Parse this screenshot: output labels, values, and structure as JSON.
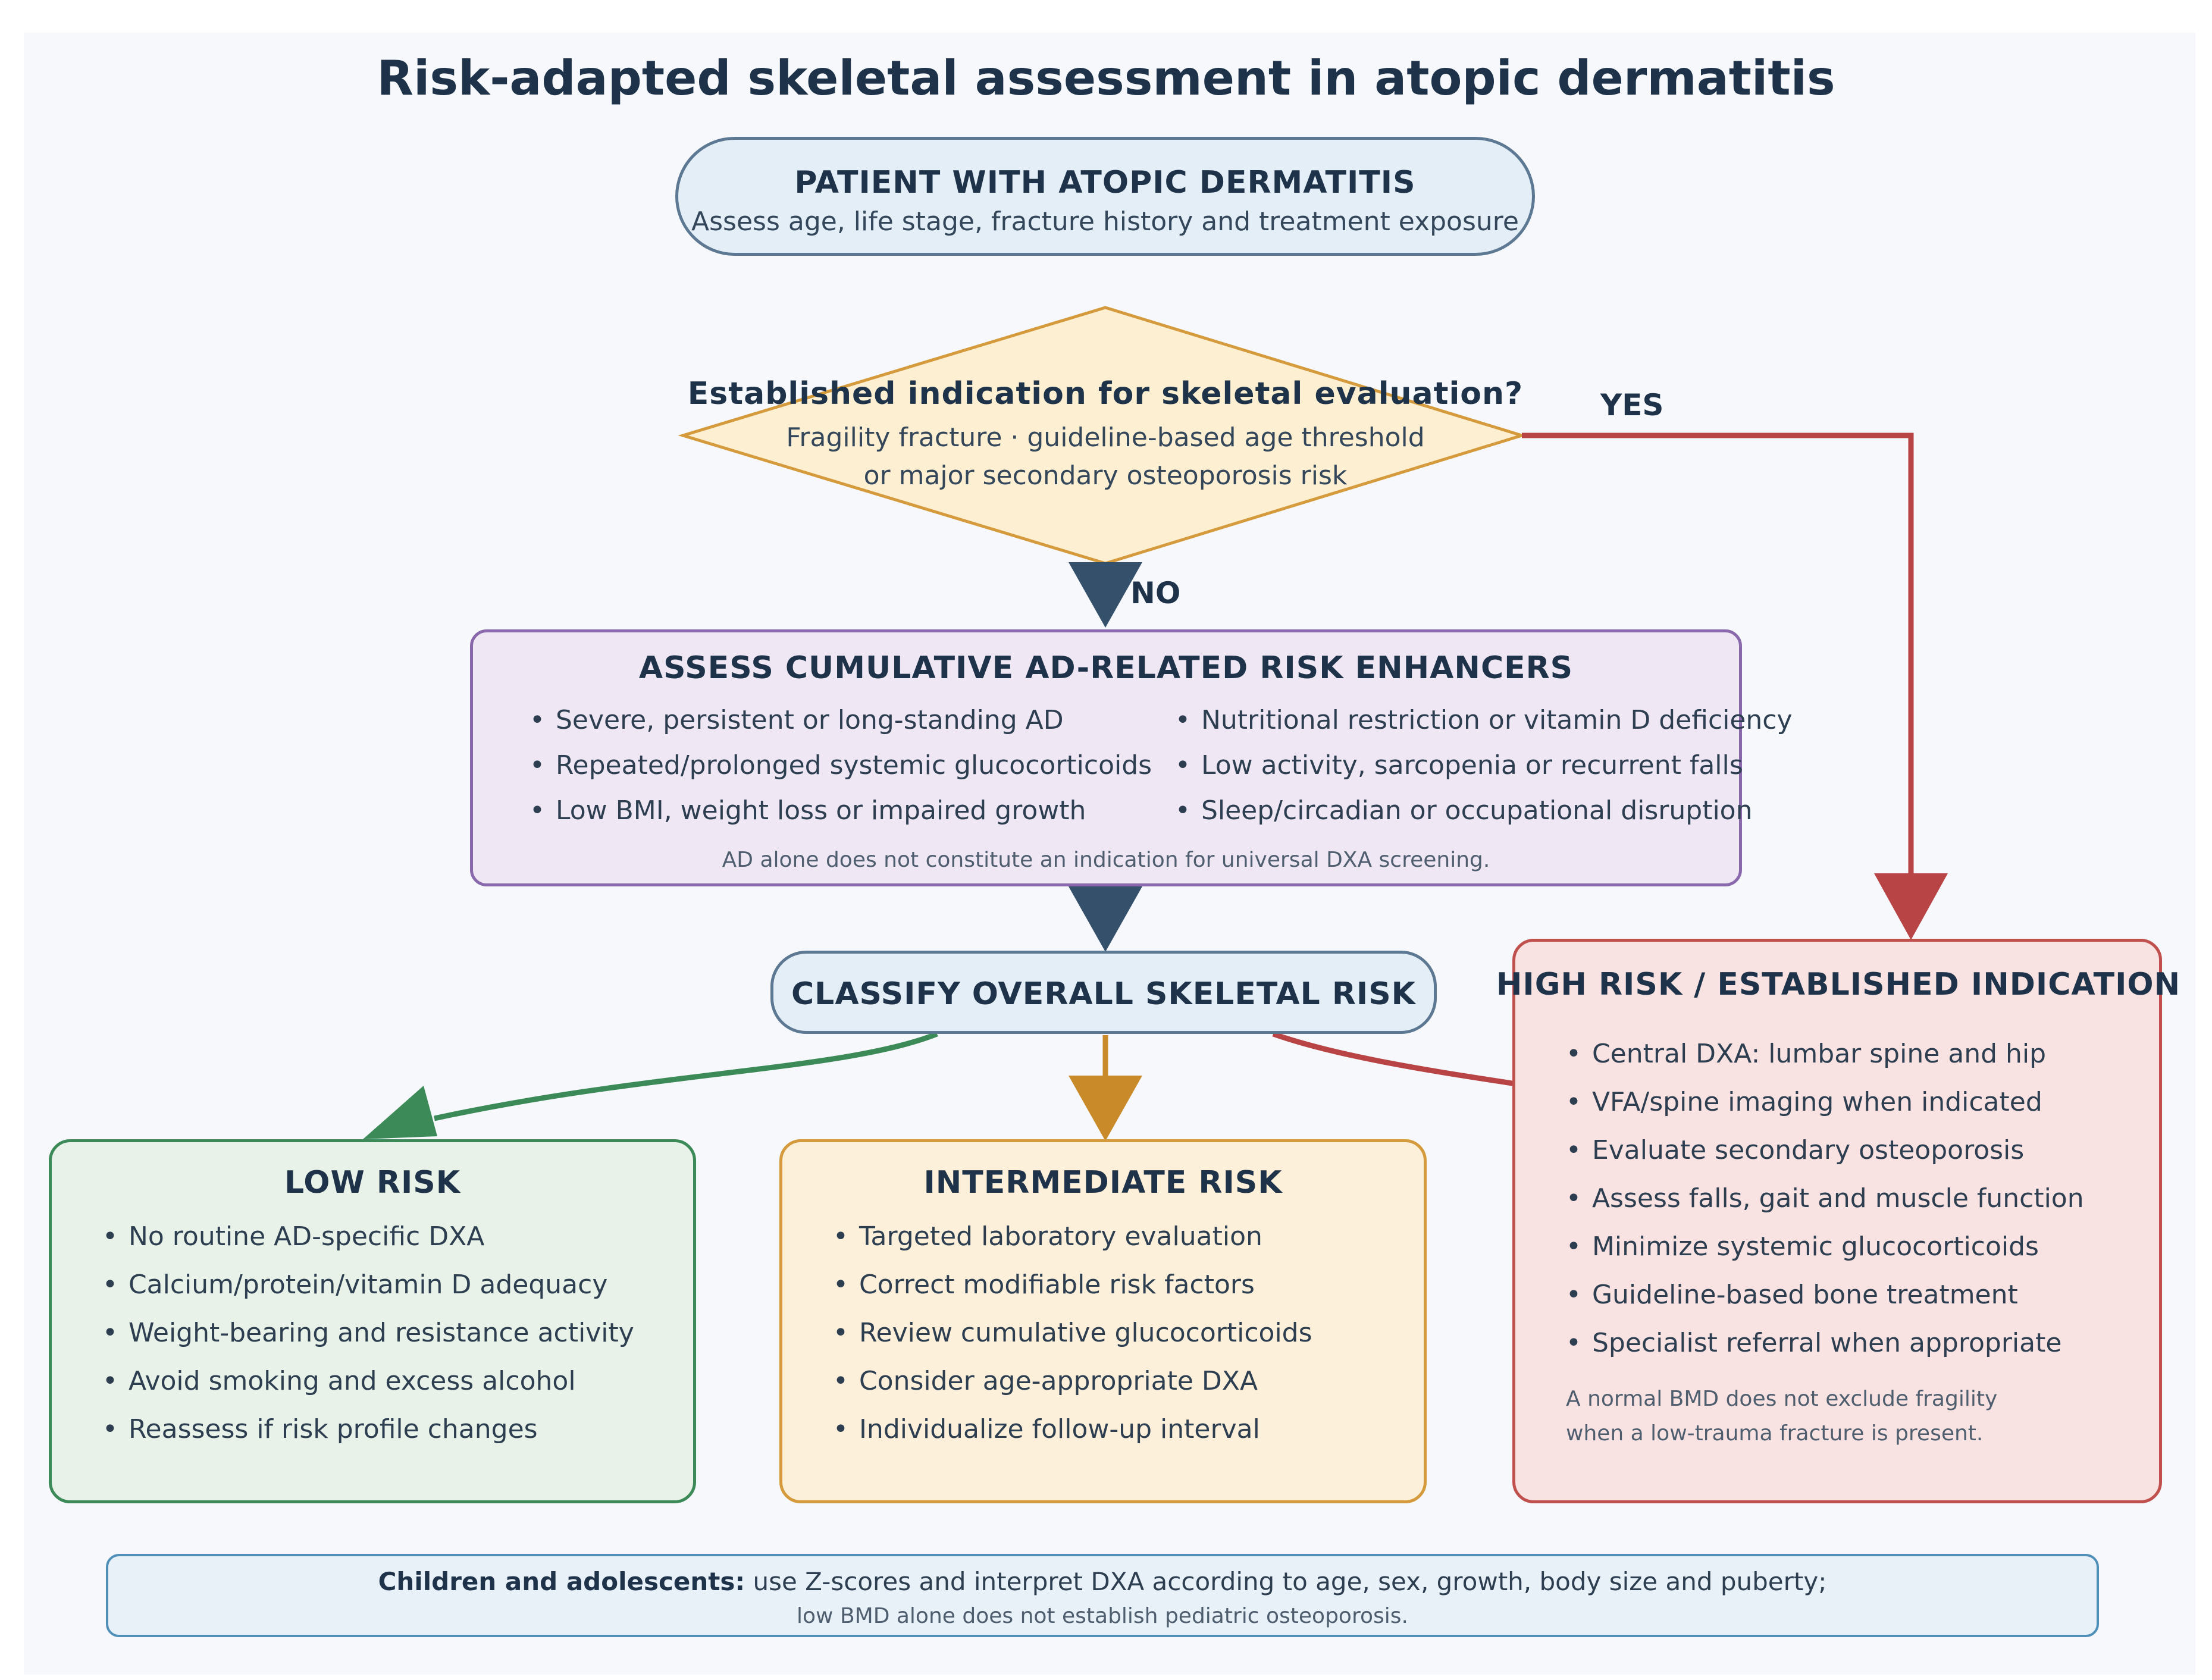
{
  "title": "Risk-adapted skeletal assessment in atopic dermatitis",
  "start": {
    "heading": "PATIENT WITH ATOPIC DERMATITIS",
    "subtitle": "Assess age, life stage, fracture history and treatment exposure"
  },
  "decision": {
    "question": "Established indication for skeletal evaluation?",
    "line1": "Fragility fracture · guideline-based age threshold",
    "line2": "or major secondary osteoporosis risk",
    "yes_label": "YES",
    "no_label": "NO"
  },
  "enhancers": {
    "heading": "ASSESS CUMULATIVE AD-RELATED RISK ENHANCERS",
    "left_items": [
      "Severe, persistent or long-standing AD",
      "Repeated/prolonged systemic glucocorticoids",
      "Low BMI, weight loss or impaired growth"
    ],
    "right_items": [
      "Nutritional restriction or vitamin D deficiency",
      "Low activity, sarcopenia or recurrent falls",
      "Sleep/circadian or occupational disruption"
    ],
    "note": "AD alone does not constitute an indication for universal DXA screening."
  },
  "classify": {
    "label": "CLASSIFY OVERALL SKELETAL RISK"
  },
  "low": {
    "heading": "LOW RISK",
    "items": [
      "No routine AD-specific DXA",
      "Calcium/protein/vitamin D adequacy",
      "Weight-bearing and resistance activity",
      "Avoid smoking and excess alcohol",
      "Reassess if risk profile changes"
    ]
  },
  "intermediate": {
    "heading": "INTERMEDIATE RISK",
    "items": [
      "Targeted laboratory evaluation",
      "Correct modifiable risk factors",
      "Review cumulative glucocorticoids",
      "Consider age-appropriate DXA",
      "Individualize follow-up interval"
    ]
  },
  "high": {
    "heading": "HIGH RISK / ESTABLISHED INDICATION",
    "items": [
      "Central DXA: lumbar spine and hip",
      "VFA/spine imaging when indicated",
      "Evaluate secondary osteoporosis",
      "Assess falls, gait and muscle function",
      "Minimize systemic glucocorticoids",
      "Guideline-based bone treatment",
      "Specialist referral when appropriate"
    ],
    "note_line1": "A normal BMD does not exclude fragility",
    "note_line2": "when a low-trauma fracture is present."
  },
  "footer": {
    "bold": "Children and adolescents:",
    "text": " use Z-scores and interpret DXA according to age, sex, growth, body size and puberty;",
    "line2": "low BMD alone does not establish pediatric osteoporosis."
  },
  "colors": {
    "navy": "#34506a",
    "amber": "#c98a2a",
    "red": "#b94445",
    "green": "#3b8a57",
    "purple": "#8a68ac"
  }
}
